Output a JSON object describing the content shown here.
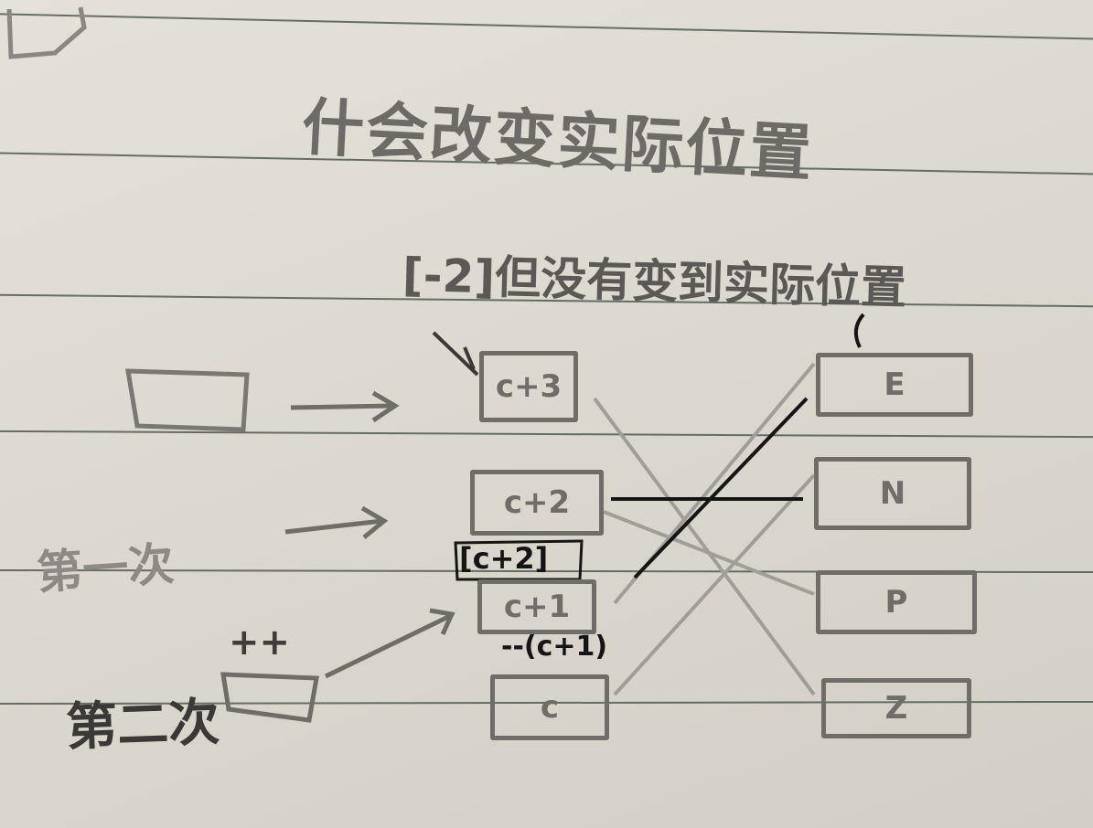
{
  "title": "什会改变实际位置",
  "subtitle": "[-2]但没有变到实际位置",
  "left_labels": {
    "first_time": "第一次",
    "second_time": "第二次",
    "plus_plus": "++"
  },
  "middle_boxes": [
    "c+3",
    "c+2",
    "c+1",
    "c"
  ],
  "ink_labels": {
    "c_plus_2": "[c+2]",
    "minus_c_plus_1": "--(c+1)"
  },
  "right_boxes": [
    "E",
    "N",
    "P",
    "Z"
  ],
  "colors": {
    "paper": "#dcd9d0",
    "ruled_line": "#4f5a52",
    "pencil": "#6d6b67",
    "ink": "#151515"
  }
}
